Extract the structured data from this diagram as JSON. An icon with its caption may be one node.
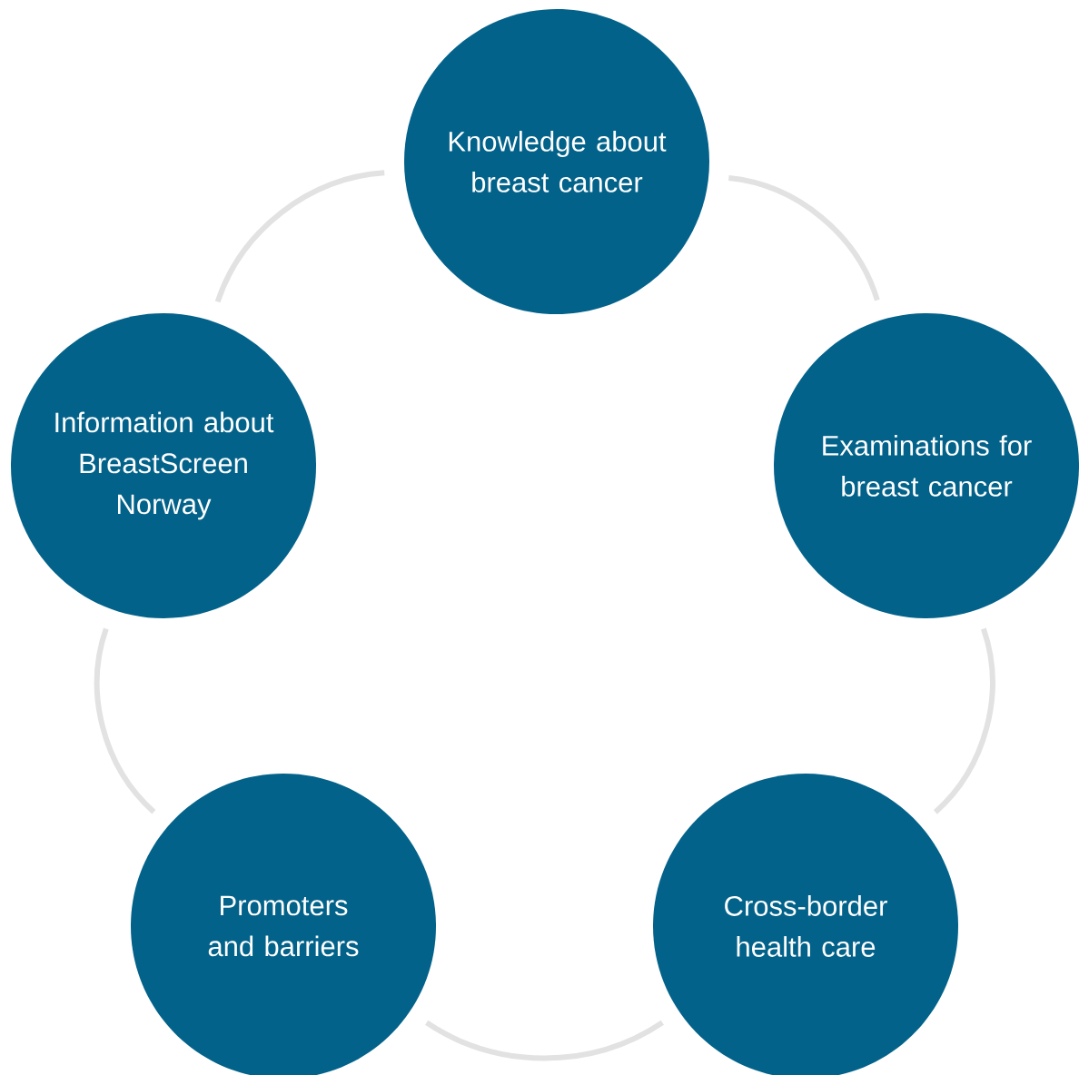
{
  "diagram": {
    "nodes": [
      {
        "text": [
          "Knowledge about breast cancer"
        ]
      },
      {
        "text": [
          "Examinations for breast cancer"
        ]
      },
      {
        "text": [
          "Cross-border health care"
        ]
      },
      {
        "text": [
          "Promoters and barriers"
        ]
      },
      {
        "text": [
          "Information about BreastScreen Norway"
        ]
      }
    ],
    "edges": [
      {
        "from": 0,
        "to": 1,
        "arrow": "none"
      },
      {
        "from": 1,
        "to": 2,
        "arrow": "none"
      },
      {
        "from": 2,
        "to": 3,
        "arrow": "none"
      },
      {
        "from": 3,
        "to": 4,
        "arrow": "none"
      },
      {
        "from": 4,
        "to": 0,
        "arrow": "none"
      }
    ]
  }
}
